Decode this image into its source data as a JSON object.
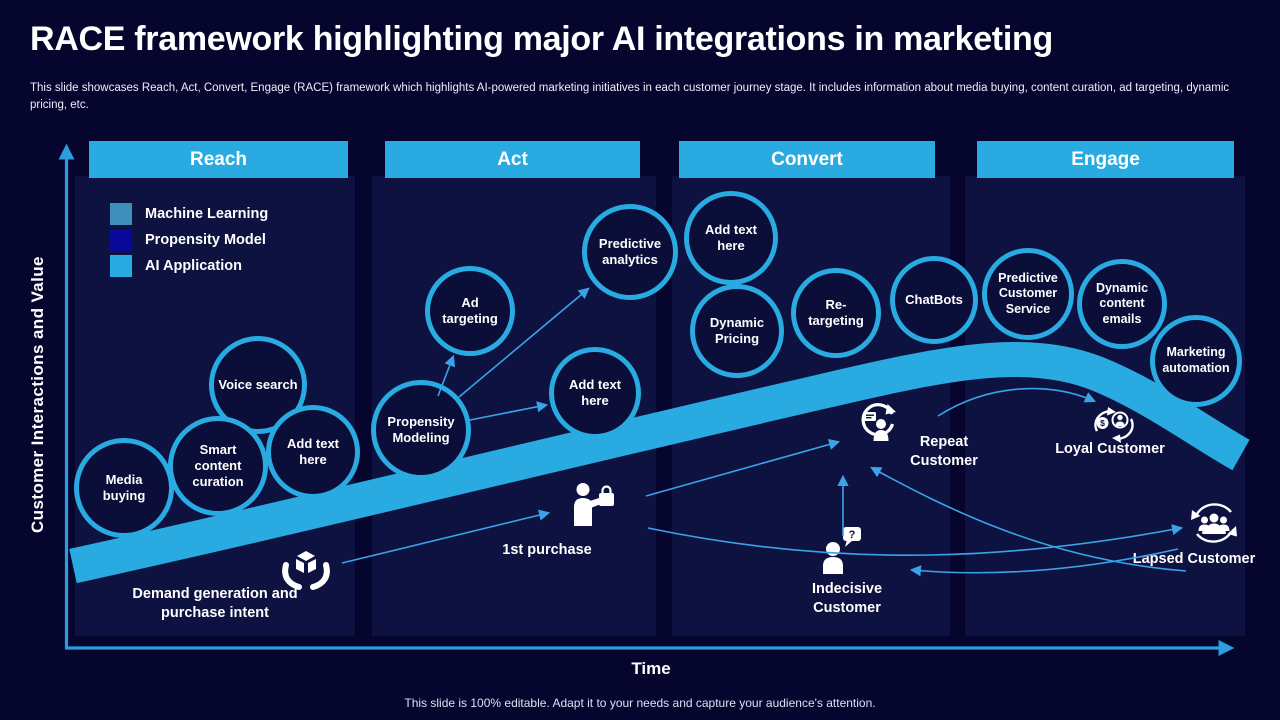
{
  "slide": {
    "title": "RACE framework highlighting major AI integrations in marketing",
    "description": "This slide showcases Reach, Act, Convert, Engage (RACE) framework which highlights AI-powered marketing initiatives in each customer journey stage. It includes information about media buying, content curation, ad targeting, dynamic pricing, etc.",
    "footer": "This slide is 100% editable. Adapt it to your needs and capture your audience's attention."
  },
  "axes": {
    "y_label": "Customer Interactions and Value",
    "x_label": "Time"
  },
  "legend": {
    "items": [
      {
        "label": "Machine Learning",
        "color": "#3e8fba"
      },
      {
        "label": "Propensity Model",
        "color": "#08089a"
      },
      {
        "label": "AI Application",
        "color": "#29abe2"
      }
    ]
  },
  "stages": [
    {
      "label": "Reach"
    },
    {
      "label": "Act"
    },
    {
      "label": "Convert"
    },
    {
      "label": "Engage"
    }
  ],
  "nodes": [
    {
      "id": "voice-search",
      "stage": "Reach",
      "label": "Voice search"
    },
    {
      "id": "media-buying",
      "stage": "Reach",
      "label": "Media buying"
    },
    {
      "id": "smart-content-curation",
      "stage": "Reach",
      "label": "Smart content curation"
    },
    {
      "id": "add-text-reach",
      "stage": "Reach",
      "label": "Add text here"
    },
    {
      "id": "ad-targeting",
      "stage": "Act",
      "label": "Ad targeting"
    },
    {
      "id": "predictive-analytics",
      "stage": "Act",
      "label": "Predictive analytics"
    },
    {
      "id": "propensity-modeling",
      "stage": "Act",
      "label": "Propensity Modeling"
    },
    {
      "id": "add-text-act",
      "stage": "Act",
      "label": "Add text here"
    },
    {
      "id": "add-text-convert",
      "stage": "Convert",
      "label": "Add text here"
    },
    {
      "id": "dynamic-pricing",
      "stage": "Convert",
      "label": "Dynamic Pricing"
    },
    {
      "id": "re-targeting",
      "stage": "Convert",
      "label": "Re-targeting"
    },
    {
      "id": "chatbots",
      "stage": "Convert",
      "label": "ChatBots"
    },
    {
      "id": "predictive-customer-service",
      "stage": "Engage",
      "label": "Predictive Customer Service"
    },
    {
      "id": "dynamic-content-emails",
      "stage": "Engage",
      "label": "Dynamic content emails"
    },
    {
      "id": "marketing-automation",
      "stage": "Engage",
      "label": "Marketing automation"
    }
  ],
  "milestones": [
    {
      "id": "demand-generation",
      "label": "Demand generation and purchase intent",
      "icon": "hands-cube-icon"
    },
    {
      "id": "first-purchase",
      "label": "1st purchase",
      "icon": "person-shopping-icon"
    },
    {
      "id": "repeat-customer",
      "label": "Repeat Customer",
      "icon": "repeat-person-icon"
    },
    {
      "id": "loyal-customer",
      "label": "Loyal Customer",
      "icon": "loyalty-cycle-icon"
    },
    {
      "id": "indecisive-customer",
      "label": "Indecisive Customer",
      "icon": "person-question-icon"
    },
    {
      "id": "lapsed-customer",
      "label": "Lapsed Customer",
      "icon": "group-cycle-icon"
    }
  ],
  "colors": {
    "accent": "#29abe2",
    "background": "#05052e",
    "panel": "#0e1240",
    "circle_fill": "#0a0e38",
    "axis": "#2d9de0"
  }
}
